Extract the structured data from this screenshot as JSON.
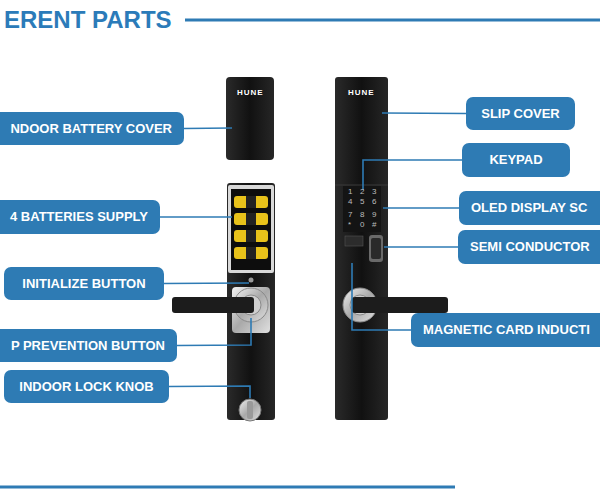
{
  "diagram": {
    "title": "ERENT PARTS",
    "nodes": [
      {
        "text": [
          "NDOOR BATTERY COVER"
        ]
      },
      {
        "text": [
          "4 BATTERIES SUPPLY"
        ]
      },
      {
        "text": [
          "INITIALIZE BUTTON"
        ]
      },
      {
        "text": [
          "P PREVENTION BUTTON"
        ]
      },
      {
        "text": [
          "INDOOR LOCK KNOB"
        ]
      },
      {
        "text": [
          "SLIP COVER"
        ]
      },
      {
        "text": [
          "KEYPAD"
        ]
      },
      {
        "text": [
          "OLED DISPLAY SC"
        ]
      },
      {
        "text": [
          "SEMI CONDUCTOR"
        ]
      },
      {
        "text": [
          "MAGNETIC CARD INDUCTI"
        ]
      }
    ],
    "labels": [
      "HUNE",
      "HUNE",
      "1",
      "2",
      "3",
      "4",
      "5",
      "6",
      "7",
      "8",
      "9",
      "*",
      "0",
      "#"
    ]
  }
}
